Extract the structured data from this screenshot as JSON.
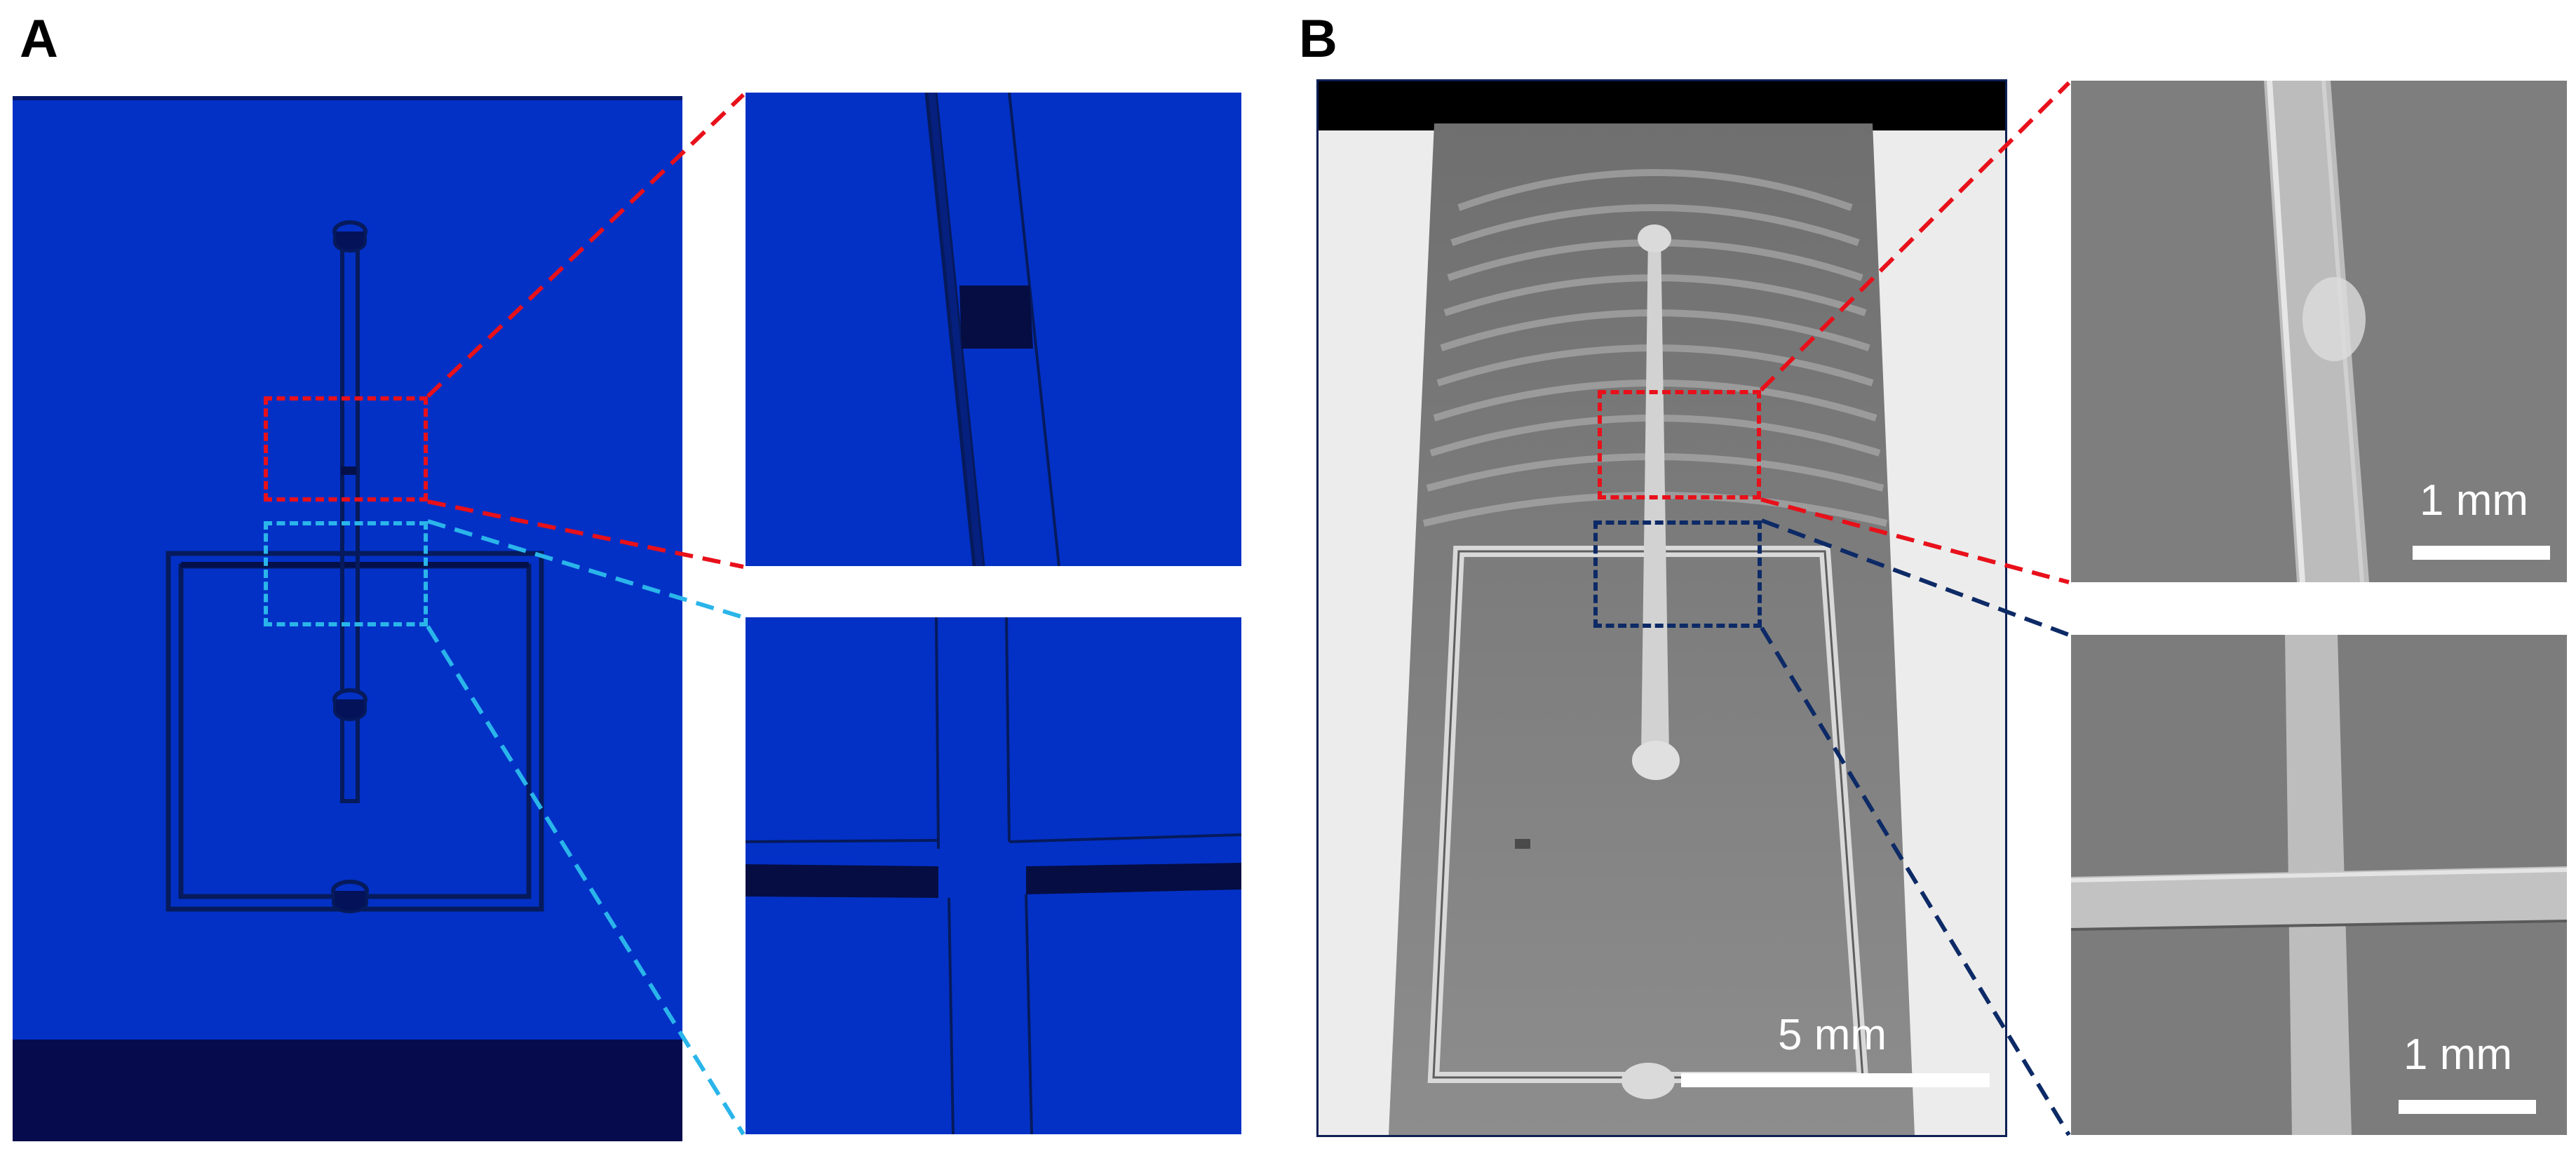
{
  "figure": {
    "panel_a": {
      "label": "A"
    },
    "panel_b": {
      "label": "B"
    },
    "scale_bars": {
      "overview": "5 mm",
      "zoom_top": "1 mm",
      "zoom_bottom": "1 mm"
    }
  },
  "colors": {
    "cad_blue": "#0331c6",
    "cad_dark": "#050b4d",
    "highlight_red": "#e8101a",
    "highlight_cyan": "#2ab5ea",
    "highlight_navy": "#0d2a66",
    "sem_gray": "#8a8a8a"
  }
}
